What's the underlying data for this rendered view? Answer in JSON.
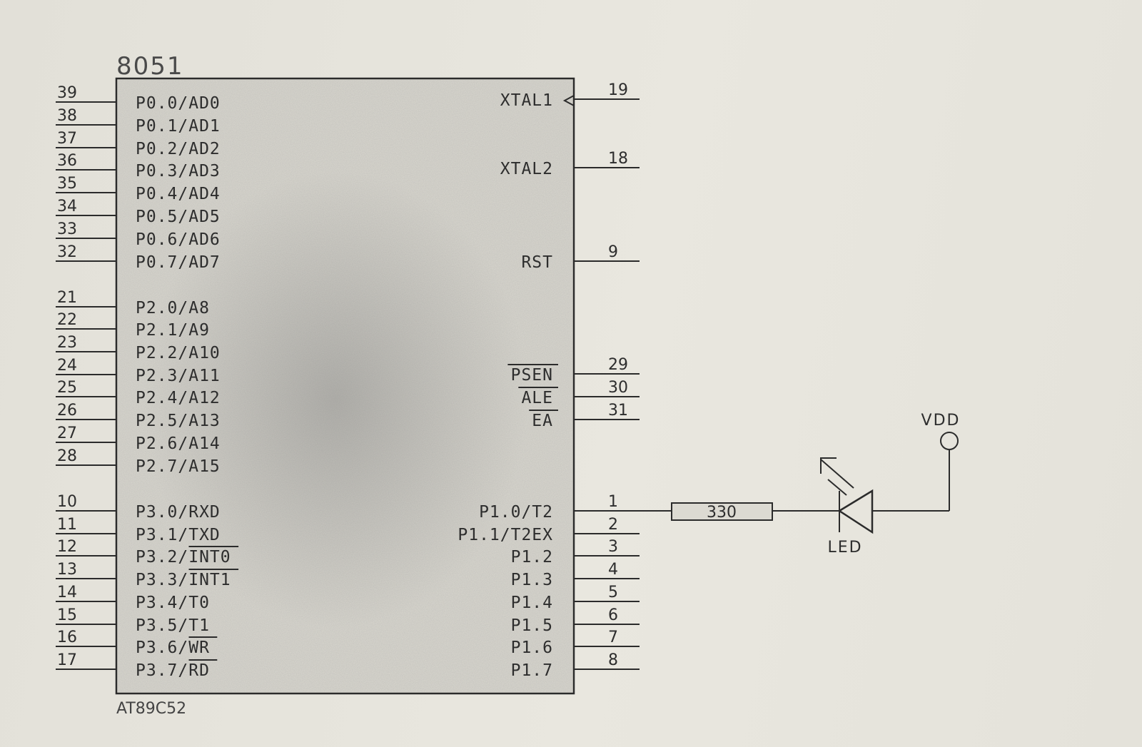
{
  "chip": {
    "title": "8051",
    "part": "AT89C52"
  },
  "left_pins": [
    {
      "num": "39",
      "name": "P0.0/AD0",
      "bar": false
    },
    {
      "num": "38",
      "name": "P0.1/AD1",
      "bar": false
    },
    {
      "num": "37",
      "name": "P0.2/AD2",
      "bar": false
    },
    {
      "num": "36",
      "name": "P0.3/AD3",
      "bar": false
    },
    {
      "num": "35",
      "name": "P0.4/AD4",
      "bar": false
    },
    {
      "num": "34",
      "name": "P0.5/AD5",
      "bar": false
    },
    {
      "num": "33",
      "name": "P0.6/AD6",
      "bar": false
    },
    {
      "num": "32",
      "name": "P0.7/AD7",
      "bar": false
    },
    {
      "num": "21",
      "name": "P2.0/A8",
      "bar": false
    },
    {
      "num": "22",
      "name": "P2.1/A9",
      "bar": false
    },
    {
      "num": "23",
      "name": "P2.2/A10",
      "bar": false
    },
    {
      "num": "24",
      "name": "P2.3/A11",
      "bar": false
    },
    {
      "num": "25",
      "name": "P2.4/A12",
      "bar": false
    },
    {
      "num": "26",
      "name": "P2.5/A13",
      "bar": false
    },
    {
      "num": "27",
      "name": "P2.6/A14",
      "bar": false
    },
    {
      "num": "28",
      "name": "P2.7/A15",
      "bar": false
    },
    {
      "num": "10",
      "name": "P3.0/RXD",
      "bar": false
    },
    {
      "num": "11",
      "name": "P3.1/TXD",
      "bar": false
    },
    {
      "num": "12",
      "name": "P3.2/INT0",
      "bar": true
    },
    {
      "num": "13",
      "name": "P3.3/INT1",
      "bar": true
    },
    {
      "num": "14",
      "name": "P3.4/T0",
      "bar": false
    },
    {
      "num": "15",
      "name": "P3.5/T1",
      "bar": false
    },
    {
      "num": "16",
      "name": "P3.6/WR",
      "bar": true
    },
    {
      "num": "17",
      "name": "P3.7/RD",
      "bar": true
    }
  ],
  "right_pins": [
    {
      "num": "19",
      "name": "XTAL1",
      "bar": false
    },
    {
      "num": "18",
      "name": "XTAL2",
      "bar": false
    },
    {
      "num": "9",
      "name": "RST",
      "bar": false
    },
    {
      "num": "29",
      "name": "PSEN",
      "bar": true
    },
    {
      "num": "30",
      "name": "ALE",
      "bar": true
    },
    {
      "num": "31",
      "name": "EA",
      "bar": true
    },
    {
      "num": "1",
      "name": "P1.0/T2",
      "bar": false
    },
    {
      "num": "2",
      "name": "P1.1/T2EX",
      "bar": false
    },
    {
      "num": "3",
      "name": "P1.2",
      "bar": false
    },
    {
      "num": "4",
      "name": "P1.3",
      "bar": false
    },
    {
      "num": "5",
      "name": "P1.4",
      "bar": false
    },
    {
      "num": "6",
      "name": "P1.5",
      "bar": false
    },
    {
      "num": "7",
      "name": "P1.6",
      "bar": false
    },
    {
      "num": "8",
      "name": "P1.7",
      "bar": false
    }
  ],
  "resistor": {
    "value": "330"
  },
  "led": {
    "label": "LED"
  },
  "supply": {
    "label": "VDD"
  }
}
